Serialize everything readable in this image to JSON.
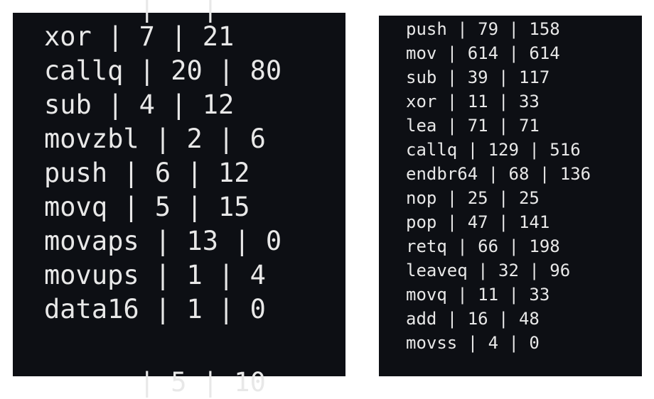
{
  "left_panel": {
    "partial_top": "      |   |",
    "rows": [
      "xor | 7 | 21",
      "callq | 20 | 80",
      "sub | 4 | 12",
      "movzbl | 2 | 6",
      "push | 6 | 12",
      "movq | 5 | 15",
      "movaps | 13 | 0",
      "movups | 1 | 4",
      "data16 | 1 | 0"
    ],
    "partial_bottom": "      | 5 | 10"
  },
  "right_panel": {
    "rows": [
      "push | 79 | 158",
      "mov | 614 | 614",
      "sub | 39 | 117",
      "xor | 11 | 33",
      "lea | 71 | 71",
      "callq | 129 | 516",
      "endbr64 | 68 | 136",
      "nop | 25 | 25",
      "pop | 47 | 141",
      "retq | 66 | 198",
      "leaveq | 32 | 96",
      "movq | 11 | 33",
      "add | 16 | 48",
      "movss | 4 | 0"
    ]
  },
  "colors": {
    "background": "#0d0f14",
    "text": "#e8e8e8",
    "page": "#ffffff"
  }
}
